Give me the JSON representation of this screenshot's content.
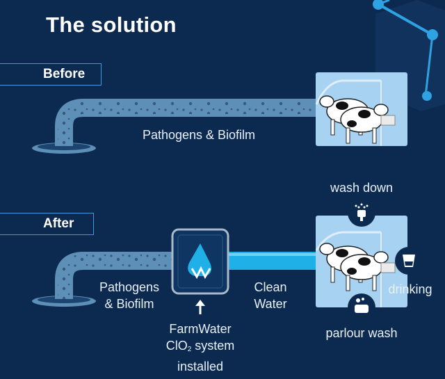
{
  "title": "The solution",
  "before": {
    "tag": "Before",
    "pipe_label": "Pathogens & Biofilm"
  },
  "after": {
    "tag": "After",
    "pipe_label_line1": "Pathogens",
    "pipe_label_line2": "& Biofilm",
    "clean_line1": "Clean",
    "clean_line2": "Water",
    "system_line1": "FarmWater",
    "system_line2_prefix": "ClO",
    "system_line2_sub": "2",
    "system_line2_suffix": " system",
    "system_line3": "installed"
  },
  "uses": {
    "wash_down": "wash down",
    "drinking": "drinking",
    "parlour_wash": "parlour wash"
  },
  "colors": {
    "background": "#0c2a4f",
    "pipe_dirty": "#5d8fb7",
    "pipe_clean": "#1fb0e8",
    "panel": "#a8d2f1",
    "accent": "#3e9ad8"
  }
}
